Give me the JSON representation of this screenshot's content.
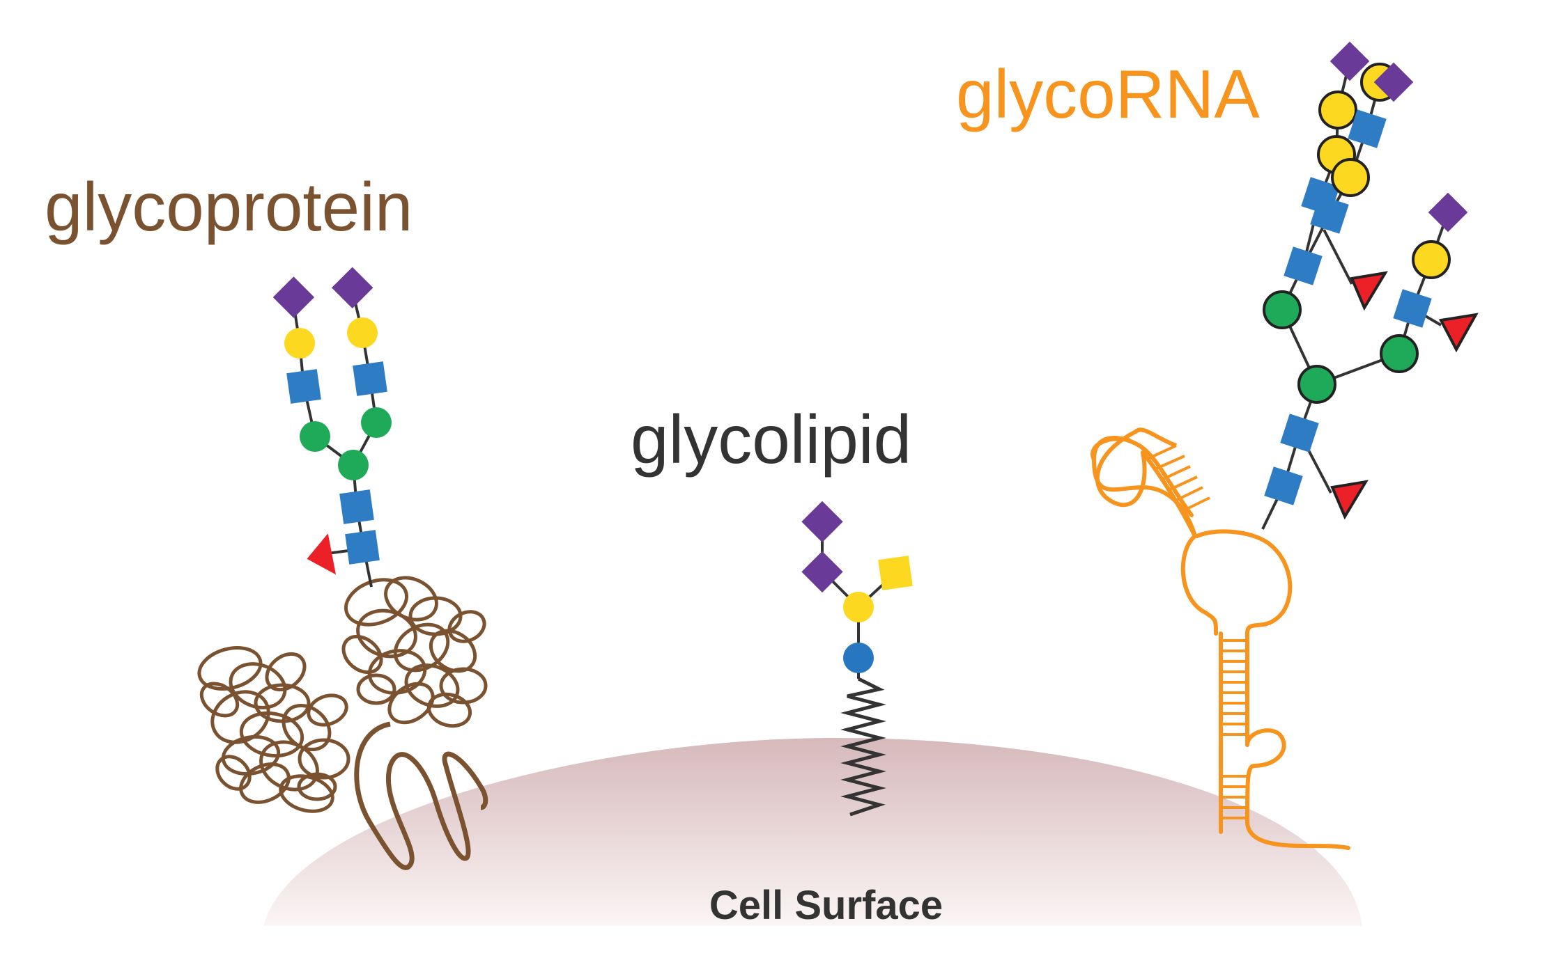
{
  "labels": {
    "glycoprotein": "glycoprotein",
    "glycolipid": "glycolipid",
    "glycorna": "glycoRNA",
    "cell_surface": "Cell Surface"
  },
  "colors": {
    "glycoprotein": "#7a5230",
    "glycolipid": "#333333",
    "glycorna": "#f7941d",
    "cell_surface_top": "#d6b9bb",
    "cell_surface_bottom": "#fbf5f5",
    "sialic_acid": "#6a3a99",
    "galactose": "#fcd820",
    "glcnac": "#2e7cc4",
    "mannose": "#1faa59",
    "fucose": "#ec2027",
    "glucose": "#2677c0",
    "linker": "#333333"
  },
  "icons": {
    "sialic_acid": "purple-diamond-icon",
    "galactose": "yellow-circle-icon",
    "glcnac": "blue-square-icon",
    "mannose": "green-circle-icon",
    "fucose": "red-triangle-icon",
    "glucose": "blue-circle-icon",
    "galnac": "yellow-square-icon"
  }
}
